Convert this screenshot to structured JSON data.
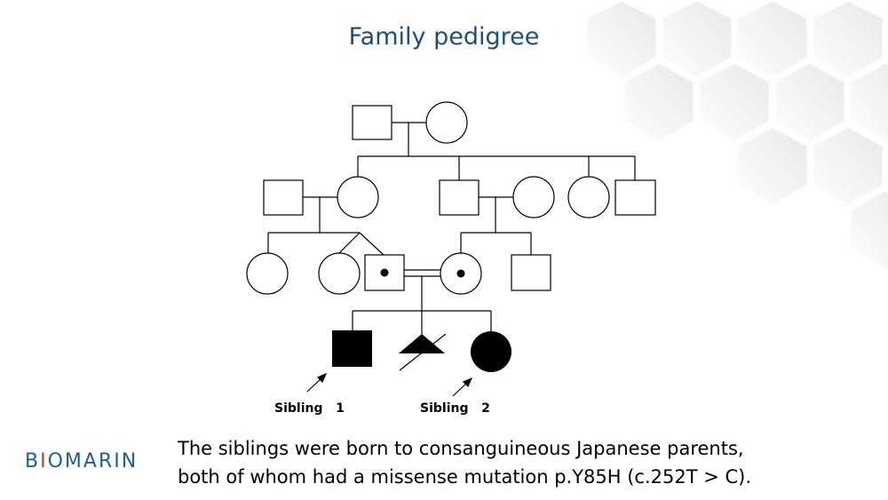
{
  "slide": {
    "title": "Family pedigree",
    "labels": {
      "sibling_1": "Sibling   1",
      "sibling_2": "Sibling   2"
    },
    "logo": {
      "text_before": "B",
      "text_i": "I",
      "text_after": "OMARIN"
    },
    "caption": {
      "line1": "The siblings were born to consanguineous Japanese parents,",
      "line2": "both of whom had a missense mutation p.Y85H (c.252T > C)."
    }
  },
  "colors": {
    "title": "#1f4e79",
    "logo": "#1f5f8b",
    "logo_accent": "#c0392b"
  }
}
